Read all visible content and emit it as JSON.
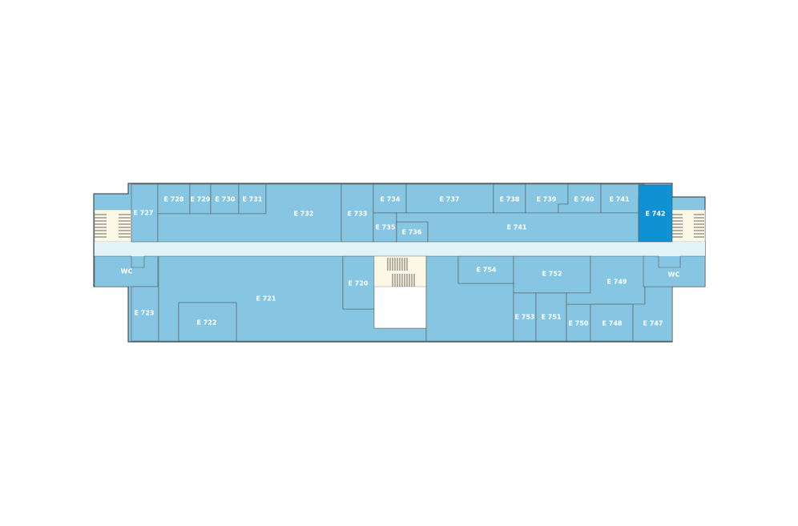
{
  "floor": {
    "rooms": {
      "e727": "E 727",
      "e728": "E 728",
      "e729": "E 729",
      "e730": "E 730",
      "e731": "E 731",
      "e732": "E 732",
      "e733": "E 733",
      "e734": "E 734",
      "e735": "E 735",
      "e736": "E 736",
      "e737": "E 737",
      "e738": "E 738",
      "e739": "E 739",
      "e740": "E 740",
      "e741a": "E 741",
      "e741b": "E 741",
      "e742": "E 742",
      "e720": "E 720",
      "e721": "E 721",
      "e722": "E 722",
      "e723": "E 723",
      "e747": "E 747",
      "e748": "E 748",
      "e749": "E 749",
      "e750": "E 750",
      "e751": "E 751",
      "e752": "E 752",
      "e753": "E 753",
      "e754": "E 754",
      "wc_left": "WC",
      "wc_right": "WC"
    },
    "selected_room": "E 742",
    "colors": {
      "room": "#86c6e2",
      "selected": "#0f91d3",
      "corridor": "#e3f2f8",
      "stair": "#fcf8e6"
    }
  }
}
